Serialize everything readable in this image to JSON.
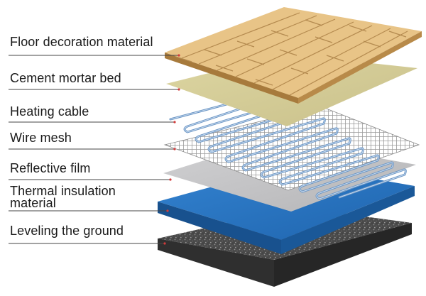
{
  "layers": [
    {
      "name": "Floor decoration material",
      "color": "#e8c487"
    },
    {
      "name": "Cement mortar bed",
      "color": "#d7cf98"
    },
    {
      "name": "Heating cable",
      "color": "#6b95c4"
    },
    {
      "name": "Wire mesh",
      "color": "#9a9a9a"
    },
    {
      "name": "Reflective film",
      "color": "#c5c5c7"
    },
    {
      "name": "Thermal insulation material",
      "color": "#2a73c0"
    },
    {
      "name": "Leveling the ground",
      "color": "#474747"
    }
  ],
  "leader_color": "#444444",
  "leader_dot_color": "#d23b3b"
}
